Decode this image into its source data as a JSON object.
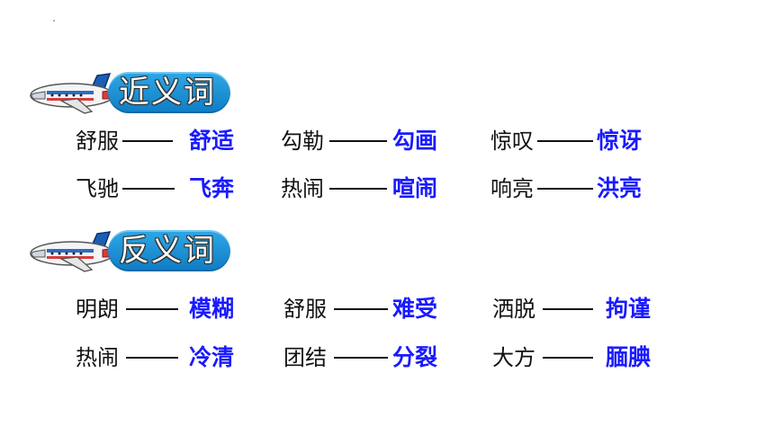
{
  "sections": [
    {
      "title": "近义词",
      "pairs": [
        {
          "word": "舒服",
          "answer": "舒适"
        },
        {
          "word": "勾勒",
          "answer": "勾画"
        },
        {
          "word": "惊叹",
          "answer": "惊讶"
        },
        {
          "word": "飞驰",
          "answer": "飞奔"
        },
        {
          "word": "热闹",
          "answer": "喧闹"
        },
        {
          "word": "响亮",
          "answer": "洪亮"
        }
      ]
    },
    {
      "title": "反义词",
      "pairs": [
        {
          "word": "明朗",
          "answer": "模糊"
        },
        {
          "word": "舒服",
          "answer": "难受"
        },
        {
          "word": "洒脱",
          "answer": "拘谨"
        },
        {
          "word": "热闹",
          "answer": "冷清"
        },
        {
          "word": "团结",
          "answer": "分裂"
        },
        {
          "word": "大方",
          "answer": "腼腆"
        }
      ]
    }
  ],
  "colors": {
    "answer": "#1a1aff",
    "banner": "#1a8fd6",
    "text": "#111111"
  }
}
